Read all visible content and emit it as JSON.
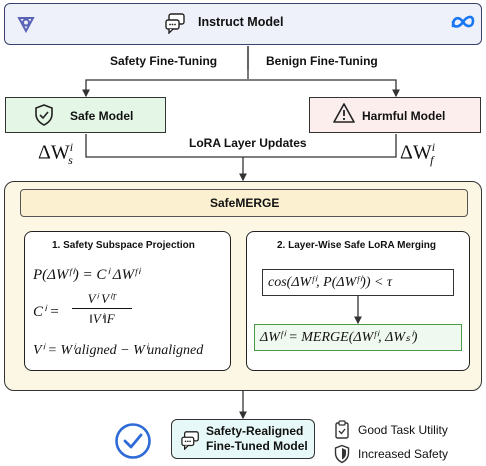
{
  "instruct": {
    "label": "Instruct Model"
  },
  "edges": {
    "safety_ft": "Safety Fine-Tuning",
    "benign_ft": "Benign Fine-Tuning",
    "lora_updates": "LoRA Layer Updates"
  },
  "safe": {
    "label": "Safe Model",
    "weight_symbol": "ΔW",
    "weight_sup": "i",
    "weight_sub": "s"
  },
  "harmful": {
    "label": "Harmful Model",
    "weight_symbol": "ΔW",
    "weight_sup": "i",
    "weight_sub": "f"
  },
  "safemerge": {
    "label": "SafeMERGE"
  },
  "left_panel": {
    "title": "1. Safety Subspace Projection",
    "eq1": "P(ΔWᶠⁱ) = Cⁱ ΔWᶠⁱ",
    "eq2_lhs": "Cⁱ =",
    "eq2_num": "Vⁱ Vⁱᵀ",
    "eq2_den": "‖Vⁱ‖F",
    "eq3": "Vⁱ = Wⁱaligned − Wⁱunaligned"
  },
  "right_panel": {
    "title": "2. Layer-Wise Safe LoRA Merging",
    "cond": "cos(ΔWᶠⁱ, P(ΔWᶠⁱ)) < τ",
    "merge": "ΔWᶠⁱ = MERGE(ΔWᶠⁱ, ΔWₛⁱ)"
  },
  "final": {
    "line1": "Safety-Realigned",
    "line2": "Fine-Tuned Model"
  },
  "legend": {
    "item1": "Good Task Utility",
    "item2": "Increased Safety"
  },
  "colors": {
    "instruct_bg": "#eef0fa",
    "safe_bg": "#e4f7e6",
    "harmful_bg": "#fdeeee",
    "outer_bg": "#fbf7e4",
    "merge_border": "#4a9a4a",
    "final_bg": "#e6f8f7",
    "check_blue": "#2f6bd6",
    "meta_blue": "#1877f2"
  },
  "icons": [
    "ibm-logo-icon",
    "chat-bubble-icon",
    "meta-logo-icon",
    "shield-check-icon",
    "warning-triangle-icon",
    "check-circle-icon",
    "clipboard-check-icon",
    "shield-icon"
  ]
}
